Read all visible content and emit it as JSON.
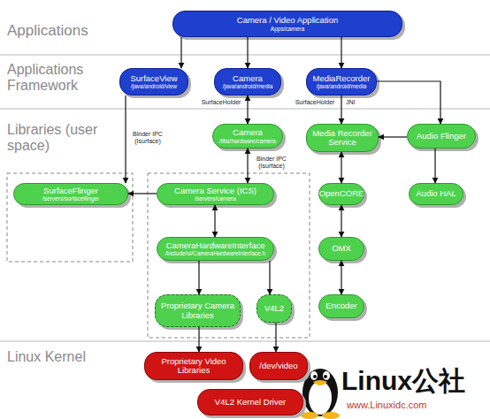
{
  "diagram": {
    "nodes": [
      {
        "text": [
          "Camera / Video Application",
          "Apps/camera"
        ]
      },
      {
        "text": [
          "SurfaceView",
          "/java/android/view"
        ]
      },
      {
        "text": [
          "Camera",
          "/java/android/media"
        ]
      },
      {
        "text": [
          "MediaRecorder",
          "/java/android/media"
        ]
      },
      {
        "text": [
          "Camera",
          "/libs/hardware/camera"
        ]
      },
      {
        "text": [
          "Media Recorder Service"
        ]
      },
      {
        "text": [
          "Audio Flinger"
        ]
      },
      {
        "text": [
          "SurfaceFlinger",
          "/servers/surfaceflinger"
        ]
      },
      {
        "text": [
          "Camera Service (ICS)",
          "/servers/camera"
        ]
      },
      {
        "text": [
          "OpenCORE"
        ]
      },
      {
        "text": [
          "Audio HAL"
        ]
      },
      {
        "text": [
          "CameraHardwareInterface",
          "/include/ui/CameraHardwareInterface.h"
        ]
      },
      {
        "text": [
          "OMX"
        ]
      },
      {
        "text": [
          "Proprietary Camera Libraries"
        ]
      },
      {
        "text": [
          "V4L2"
        ]
      },
      {
        "text": [
          "Encoder"
        ]
      },
      {
        "text": [
          "Proprietary Video Libraries"
        ]
      },
      {
        "text": [
          "/dev/video"
        ]
      },
      {
        "text": [
          "V4L2 Kernel Driver"
        ]
      }
    ],
    "edges": [
      {
        "from": 0,
        "to": 1,
        "arrow": "to"
      },
      {
        "from": 0,
        "to": 2,
        "arrow": "to"
      },
      {
        "from": 0,
        "to": 3,
        "arrow": "to"
      },
      {
        "from": 2,
        "to": 4,
        "label": "SurfaceHolder",
        "arrow": "both"
      },
      {
        "from": 3,
        "to": 5,
        "label": "SurfaceHolder",
        "arrow": "to"
      },
      {
        "from": 1,
        "to": 7,
        "label": "Binder IPC (Isurface)",
        "arrow": "to"
      },
      {
        "from": 3,
        "to": 6,
        "arrow": "to"
      },
      {
        "from": 6,
        "to": 5,
        "arrow": "to"
      },
      {
        "from": 6,
        "to": 10,
        "arrow": "to"
      },
      {
        "from": 4,
        "to": 8,
        "label": "Binder IPC (Isurface)",
        "arrow": "both"
      },
      {
        "from": 8,
        "to": 7,
        "arrow": "to"
      },
      {
        "from": 5,
        "to": 9,
        "arrow": "both"
      },
      {
        "from": 9,
        "to": 12,
        "arrow": "both"
      },
      {
        "from": 12,
        "to": 15,
        "arrow": "both"
      },
      {
        "from": 8,
        "to": 11,
        "arrow": "both"
      },
      {
        "from": 11,
        "to": 13,
        "arrow": "to"
      },
      {
        "from": 11,
        "to": 14,
        "arrow": "to"
      },
      {
        "from": 13,
        "to": 16,
        "arrow": "to"
      },
      {
        "from": 14,
        "to": 17,
        "arrow": "to"
      }
    ],
    "labels": [
      "Applications",
      "Applications Framework",
      "Libraries (user space)",
      "Linux Kernel",
      "JNI",
      "Linux公社",
      "www.Linuxidc.com"
    ]
  }
}
